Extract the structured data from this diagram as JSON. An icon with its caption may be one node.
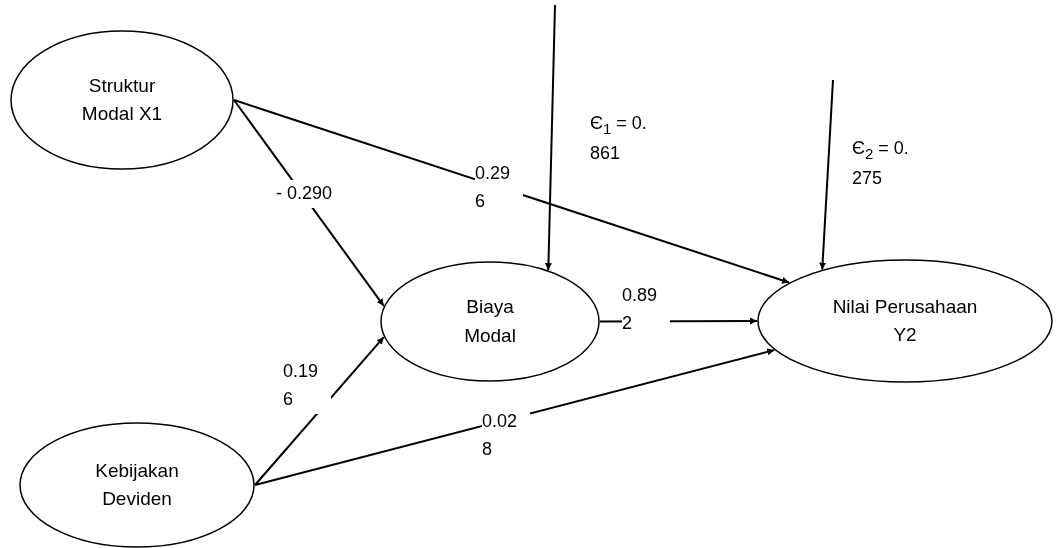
{
  "diagram": {
    "nodes": [
      {
        "text": [
          "Struktur Modal X1"
        ]
      },
      {
        "text": [
          "Biaya Modal"
        ]
      },
      {
        "text": [
          "Nilai Perusahaan Y2"
        ]
      },
      {
        "text": [
          "Kebijakan Deviden"
        ]
      }
    ],
    "edges": [
      {
        "from": 0,
        "to": 1,
        "arrow": "to",
        "label": "- 0.290"
      },
      {
        "from": 0,
        "to": 2,
        "arrow": "to",
        "label": "0.29 6"
      },
      {
        "from": 3,
        "to": 1,
        "arrow": "to",
        "label": "0.19 6"
      },
      {
        "from": 3,
        "to": 2,
        "arrow": "to",
        "label": "0.02 8"
      },
      {
        "from": 1,
        "to": 2,
        "arrow": "to",
        "label": "0.89 2"
      },
      {
        "from": null,
        "to": 1,
        "arrow": "to",
        "label": "Є$_{1}$ = 0. 861"
      },
      {
        "from": null,
        "to": 2,
        "arrow": "to",
        "label": "Є$_{2}$ = 0. 275"
      }
    ]
  }
}
